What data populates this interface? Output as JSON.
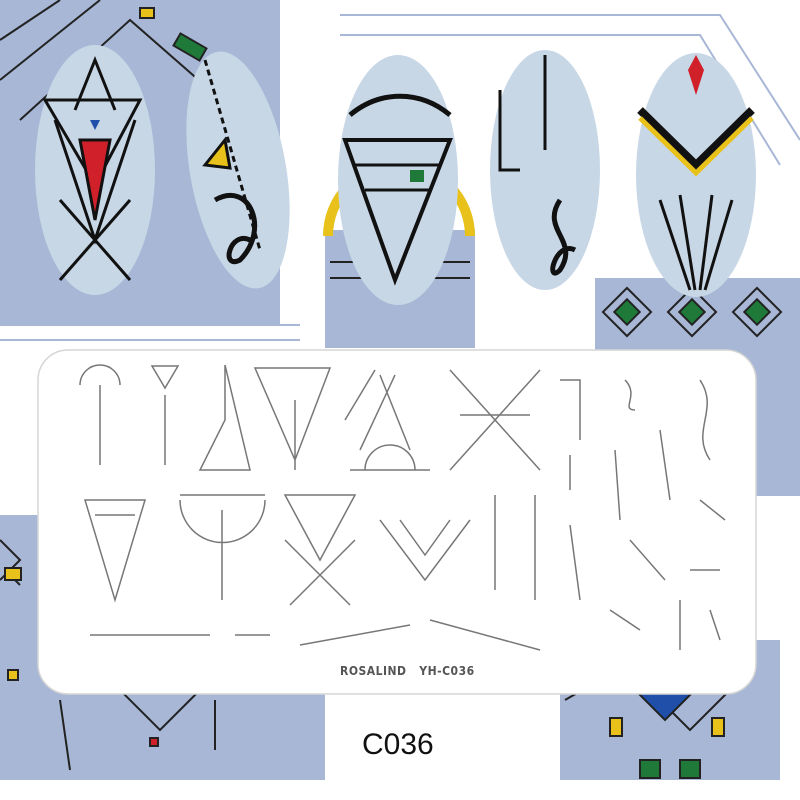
{
  "plate": {
    "brand": "ROSALIND",
    "model": "YH-C036"
  },
  "product_code": "C036",
  "colors": {
    "panel_blue": "#a7b7d5",
    "nail_blue": "#c7d7e6",
    "ink": "#111111",
    "yellow": "#e8c21a",
    "green": "#1f7a3a",
    "red": "#d0202a",
    "accent_blue": "#1f4fa8"
  }
}
